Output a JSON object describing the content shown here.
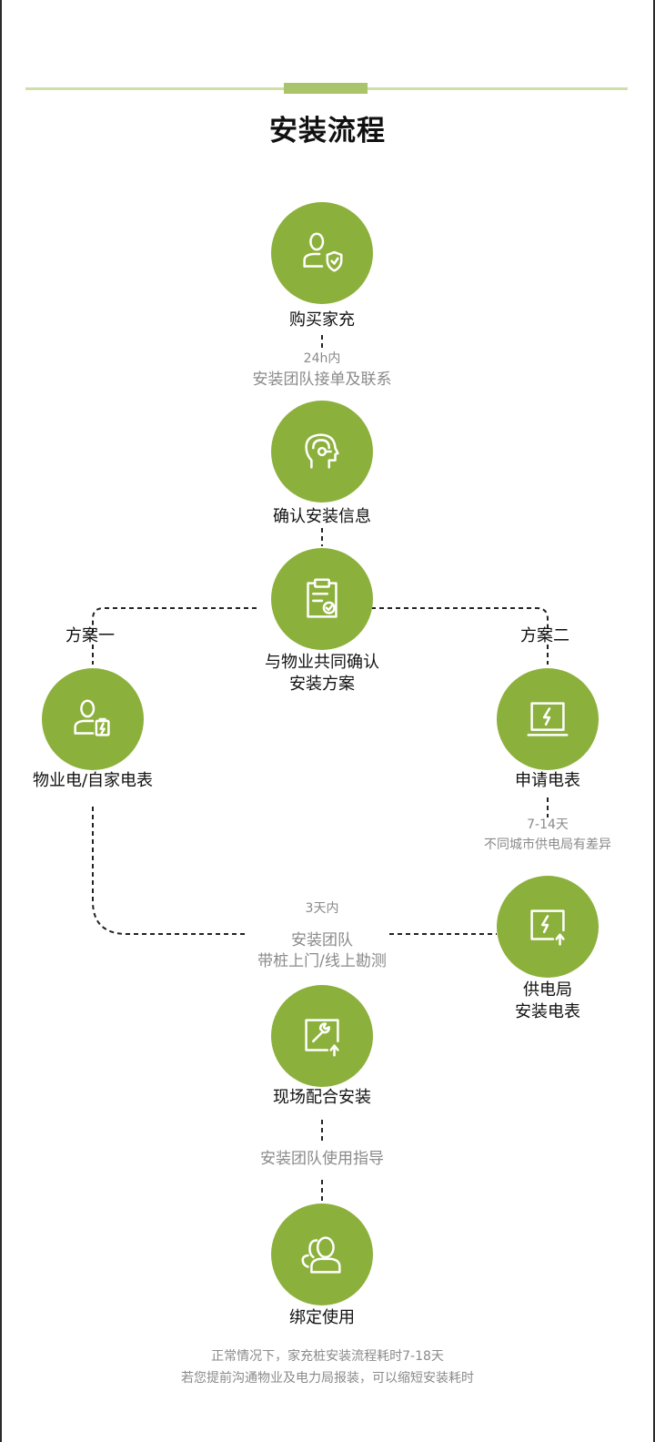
{
  "title": "安装流程",
  "steps": {
    "buy": "购买家充",
    "confirm_info": "确认安装信息",
    "confirm_plan_line1": "与物业共同确认",
    "confirm_plan_line2": "安装方案",
    "meter_self": "物业电/自家电表",
    "apply_meter": "申请电表",
    "supply_line1": "供电局",
    "supply_line2": "安装电表",
    "onsite": "现场配合安装",
    "bind": "绑定使用"
  },
  "notes": {
    "n1_time": "24h内",
    "n1_text": "安装团队接单及联系",
    "n2_time": "7-14天",
    "n2_text": "不同城市供电局有差异",
    "n3_time": "3天内",
    "n3_line1": "安装团队",
    "n3_line2": "带桩上门/线上勘测",
    "n4_text": "安装团队使用指导"
  },
  "plans": {
    "plan1": "方案一",
    "plan2": "方案二"
  },
  "footer": {
    "line1": "正常情况下，家充桩安装流程耗时7-18天",
    "line2": "若您提前沟通物业及电力局报装，可以缩短安装耗时"
  },
  "colors": {
    "accent": "#8cb03c",
    "rule": "#cfe0a6",
    "muted_text": "#8a8a8a"
  },
  "icons": {
    "buy": "person-shield-icon",
    "confirm_info": "headset-agent-icon",
    "confirm_plan": "clipboard-check-icon",
    "meter_self": "person-battery-icon",
    "apply_meter": "monitor-bolt-icon",
    "supply": "monitor-bolt-upload-icon",
    "onsite": "wrench-upload-icon",
    "bind": "users-icon"
  }
}
